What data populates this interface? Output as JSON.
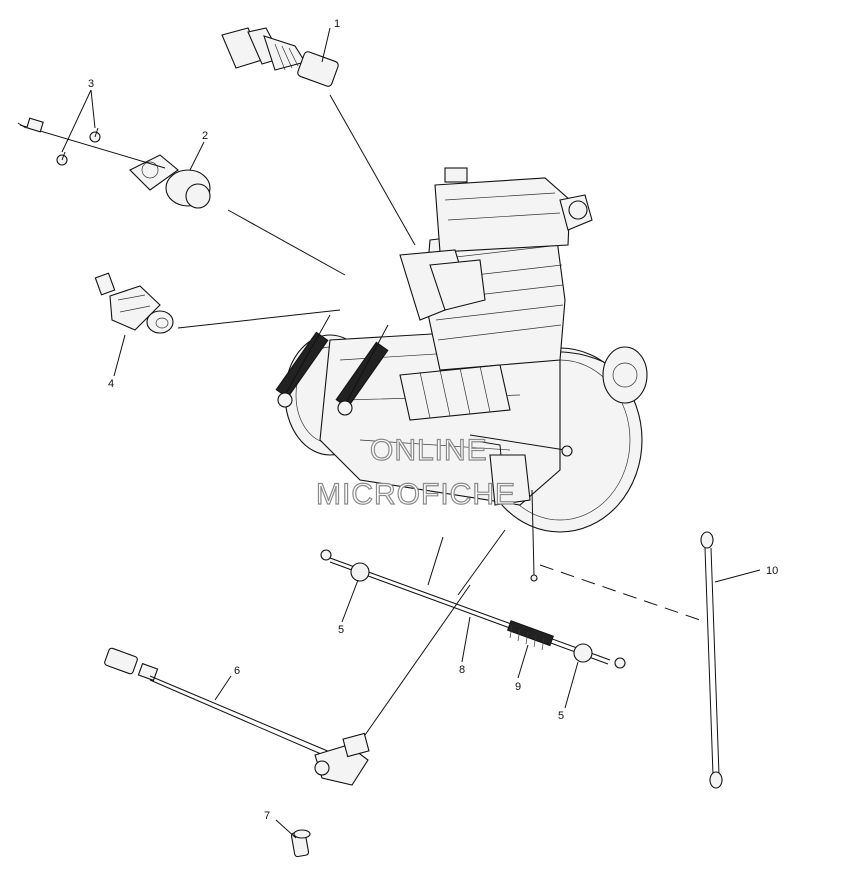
{
  "watermark": {
    "line1": "ONLINE",
    "line2": "MICROFICHE"
  },
  "callouts": [
    {
      "id": "c1",
      "label": "1"
    },
    {
      "id": "c2",
      "label": "2"
    },
    {
      "id": "c3",
      "label": "3"
    },
    {
      "id": "c4",
      "label": "4"
    },
    {
      "id": "c5a",
      "label": "5"
    },
    {
      "id": "c5b",
      "label": "5"
    },
    {
      "id": "c6",
      "label": "6"
    },
    {
      "id": "c7",
      "label": "7"
    },
    {
      "id": "c8",
      "label": "8"
    },
    {
      "id": "c9",
      "label": "9"
    },
    {
      "id": "c10",
      "label": "10"
    }
  ]
}
